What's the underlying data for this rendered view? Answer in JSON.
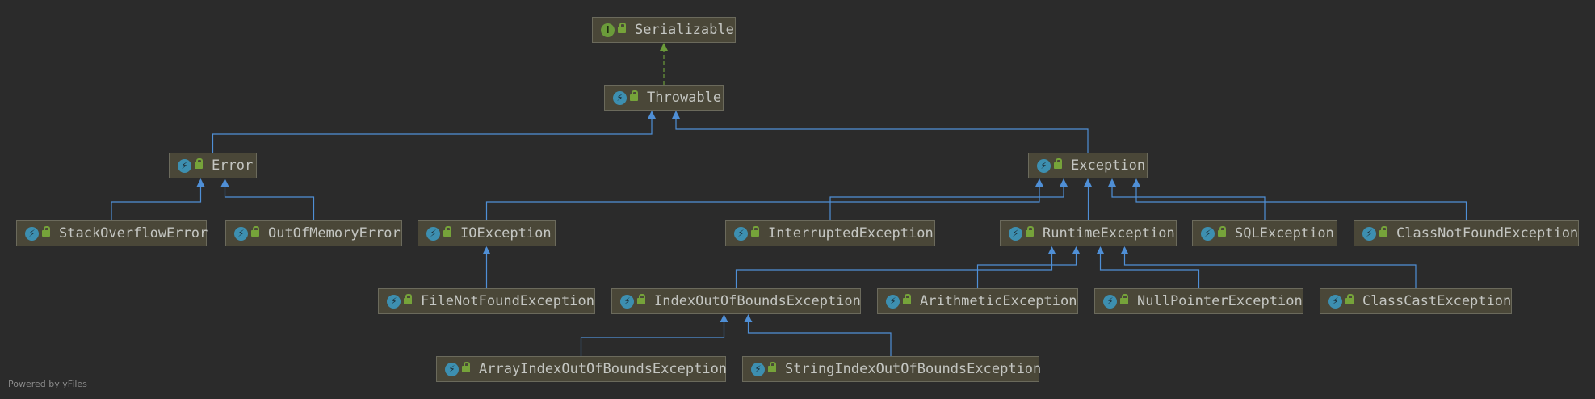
{
  "nodes": {
    "serializable": {
      "label": "Serializable",
      "icon": "interface-icon"
    },
    "throwable": {
      "label": "Throwable",
      "icon": "class-icon"
    },
    "error": {
      "label": "Error",
      "icon": "class-icon"
    },
    "exception": {
      "label": "Exception",
      "icon": "class-icon"
    },
    "stackoverflowerror": {
      "label": "StackOverflowError",
      "icon": "class-icon"
    },
    "outofmemoryerror": {
      "label": "OutOfMemoryError",
      "icon": "class-icon"
    },
    "ioexception": {
      "label": "IOException",
      "icon": "class-icon"
    },
    "interruptedexception": {
      "label": "InterruptedException",
      "icon": "class-icon"
    },
    "runtimeexception": {
      "label": "RuntimeException",
      "icon": "class-icon"
    },
    "sqlexception": {
      "label": "SQLException",
      "icon": "class-icon"
    },
    "classnotfoundexception": {
      "label": "ClassNotFoundException",
      "icon": "class-icon"
    },
    "filenotfoundexception": {
      "label": "FileNotFoundException",
      "icon": "class-icon"
    },
    "indexoutofboundsexception": {
      "label": "IndexOutOfBoundsException",
      "icon": "class-icon"
    },
    "arithmeticexception": {
      "label": "ArithmeticException",
      "icon": "class-icon"
    },
    "nullpointerexception": {
      "label": "NullPointerException",
      "icon": "class-icon"
    },
    "classcastexception": {
      "label": "ClassCastException",
      "icon": "class-icon"
    },
    "arrayindexoutofboundsexception": {
      "label": "ArrayIndexOutOfBoundsException",
      "icon": "class-icon"
    },
    "stringindexoutofboundsexception": {
      "label": "StringIndexOutOfBoundsException",
      "icon": "class-icon"
    }
  },
  "edges": [
    {
      "from": "throwable",
      "to": "serializable",
      "kind": "implements"
    },
    {
      "from": "error",
      "to": "throwable",
      "kind": "extends"
    },
    {
      "from": "exception",
      "to": "throwable",
      "kind": "extends"
    },
    {
      "from": "stackoverflowerror",
      "to": "error",
      "kind": "extends"
    },
    {
      "from": "outofmemoryerror",
      "to": "error",
      "kind": "extends"
    },
    {
      "from": "ioexception",
      "to": "exception",
      "kind": "extends"
    },
    {
      "from": "interruptedexception",
      "to": "exception",
      "kind": "extends"
    },
    {
      "from": "runtimeexception",
      "to": "exception",
      "kind": "extends"
    },
    {
      "from": "sqlexception",
      "to": "exception",
      "kind": "extends"
    },
    {
      "from": "classnotfoundexception",
      "to": "exception",
      "kind": "extends"
    },
    {
      "from": "filenotfoundexception",
      "to": "ioexception",
      "kind": "extends"
    },
    {
      "from": "indexoutofboundsexception",
      "to": "runtimeexception",
      "kind": "extends"
    },
    {
      "from": "arithmeticexception",
      "to": "runtimeexception",
      "kind": "extends"
    },
    {
      "from": "nullpointerexception",
      "to": "runtimeexception",
      "kind": "extends"
    },
    {
      "from": "classcastexception",
      "to": "runtimeexception",
      "kind": "extends"
    },
    {
      "from": "arrayindexoutofboundsexception",
      "to": "indexoutofboundsexception",
      "kind": "extends"
    },
    {
      "from": "stringindexoutofboundsexception",
      "to": "indexoutofboundsexception",
      "kind": "extends"
    }
  ],
  "colors": {
    "background": "#2b2b2b",
    "node_fill": "#4a4738",
    "extends_edge": "#4f8fd6",
    "implements_edge": "#6b9b3a"
  },
  "footer": "Powered by yFiles"
}
